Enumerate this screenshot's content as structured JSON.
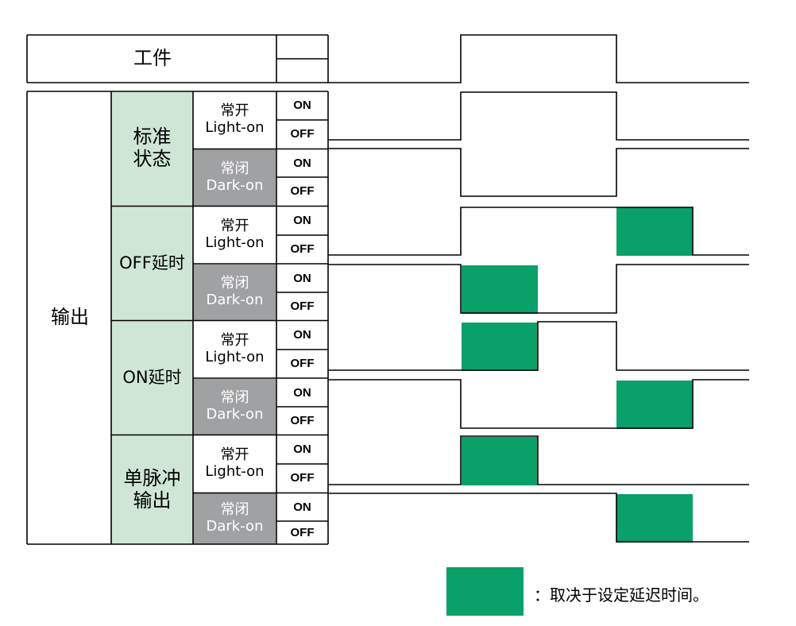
{
  "colors": {
    "group_bg": "#cfe6d6",
    "dark_bg": "#a0a1a3",
    "delay_fill": "#09a06a",
    "line": "#000000"
  },
  "workpiece_label": "工件",
  "output_label": "输出",
  "groups": [
    {
      "label": "标准\n状态",
      "no_label": "常开\nLight-on",
      "nc_label": "常闭\nDark-on"
    },
    {
      "label": "OFF延时",
      "no_label": "常开\nLight-on",
      "nc_label": "常闭\nDark-on"
    },
    {
      "label": "ON延时",
      "no_label": "常开\nLight-on",
      "nc_label": "常闭\nDark-on"
    },
    {
      "label": "单脉冲\n输出",
      "no_label": "常开\nLight-on",
      "nc_label": "常闭\nDark-on"
    }
  ],
  "state_on": "ON",
  "state_off": "OFF",
  "legend": {
    "text": "：取决于设定延迟时间。"
  }
}
